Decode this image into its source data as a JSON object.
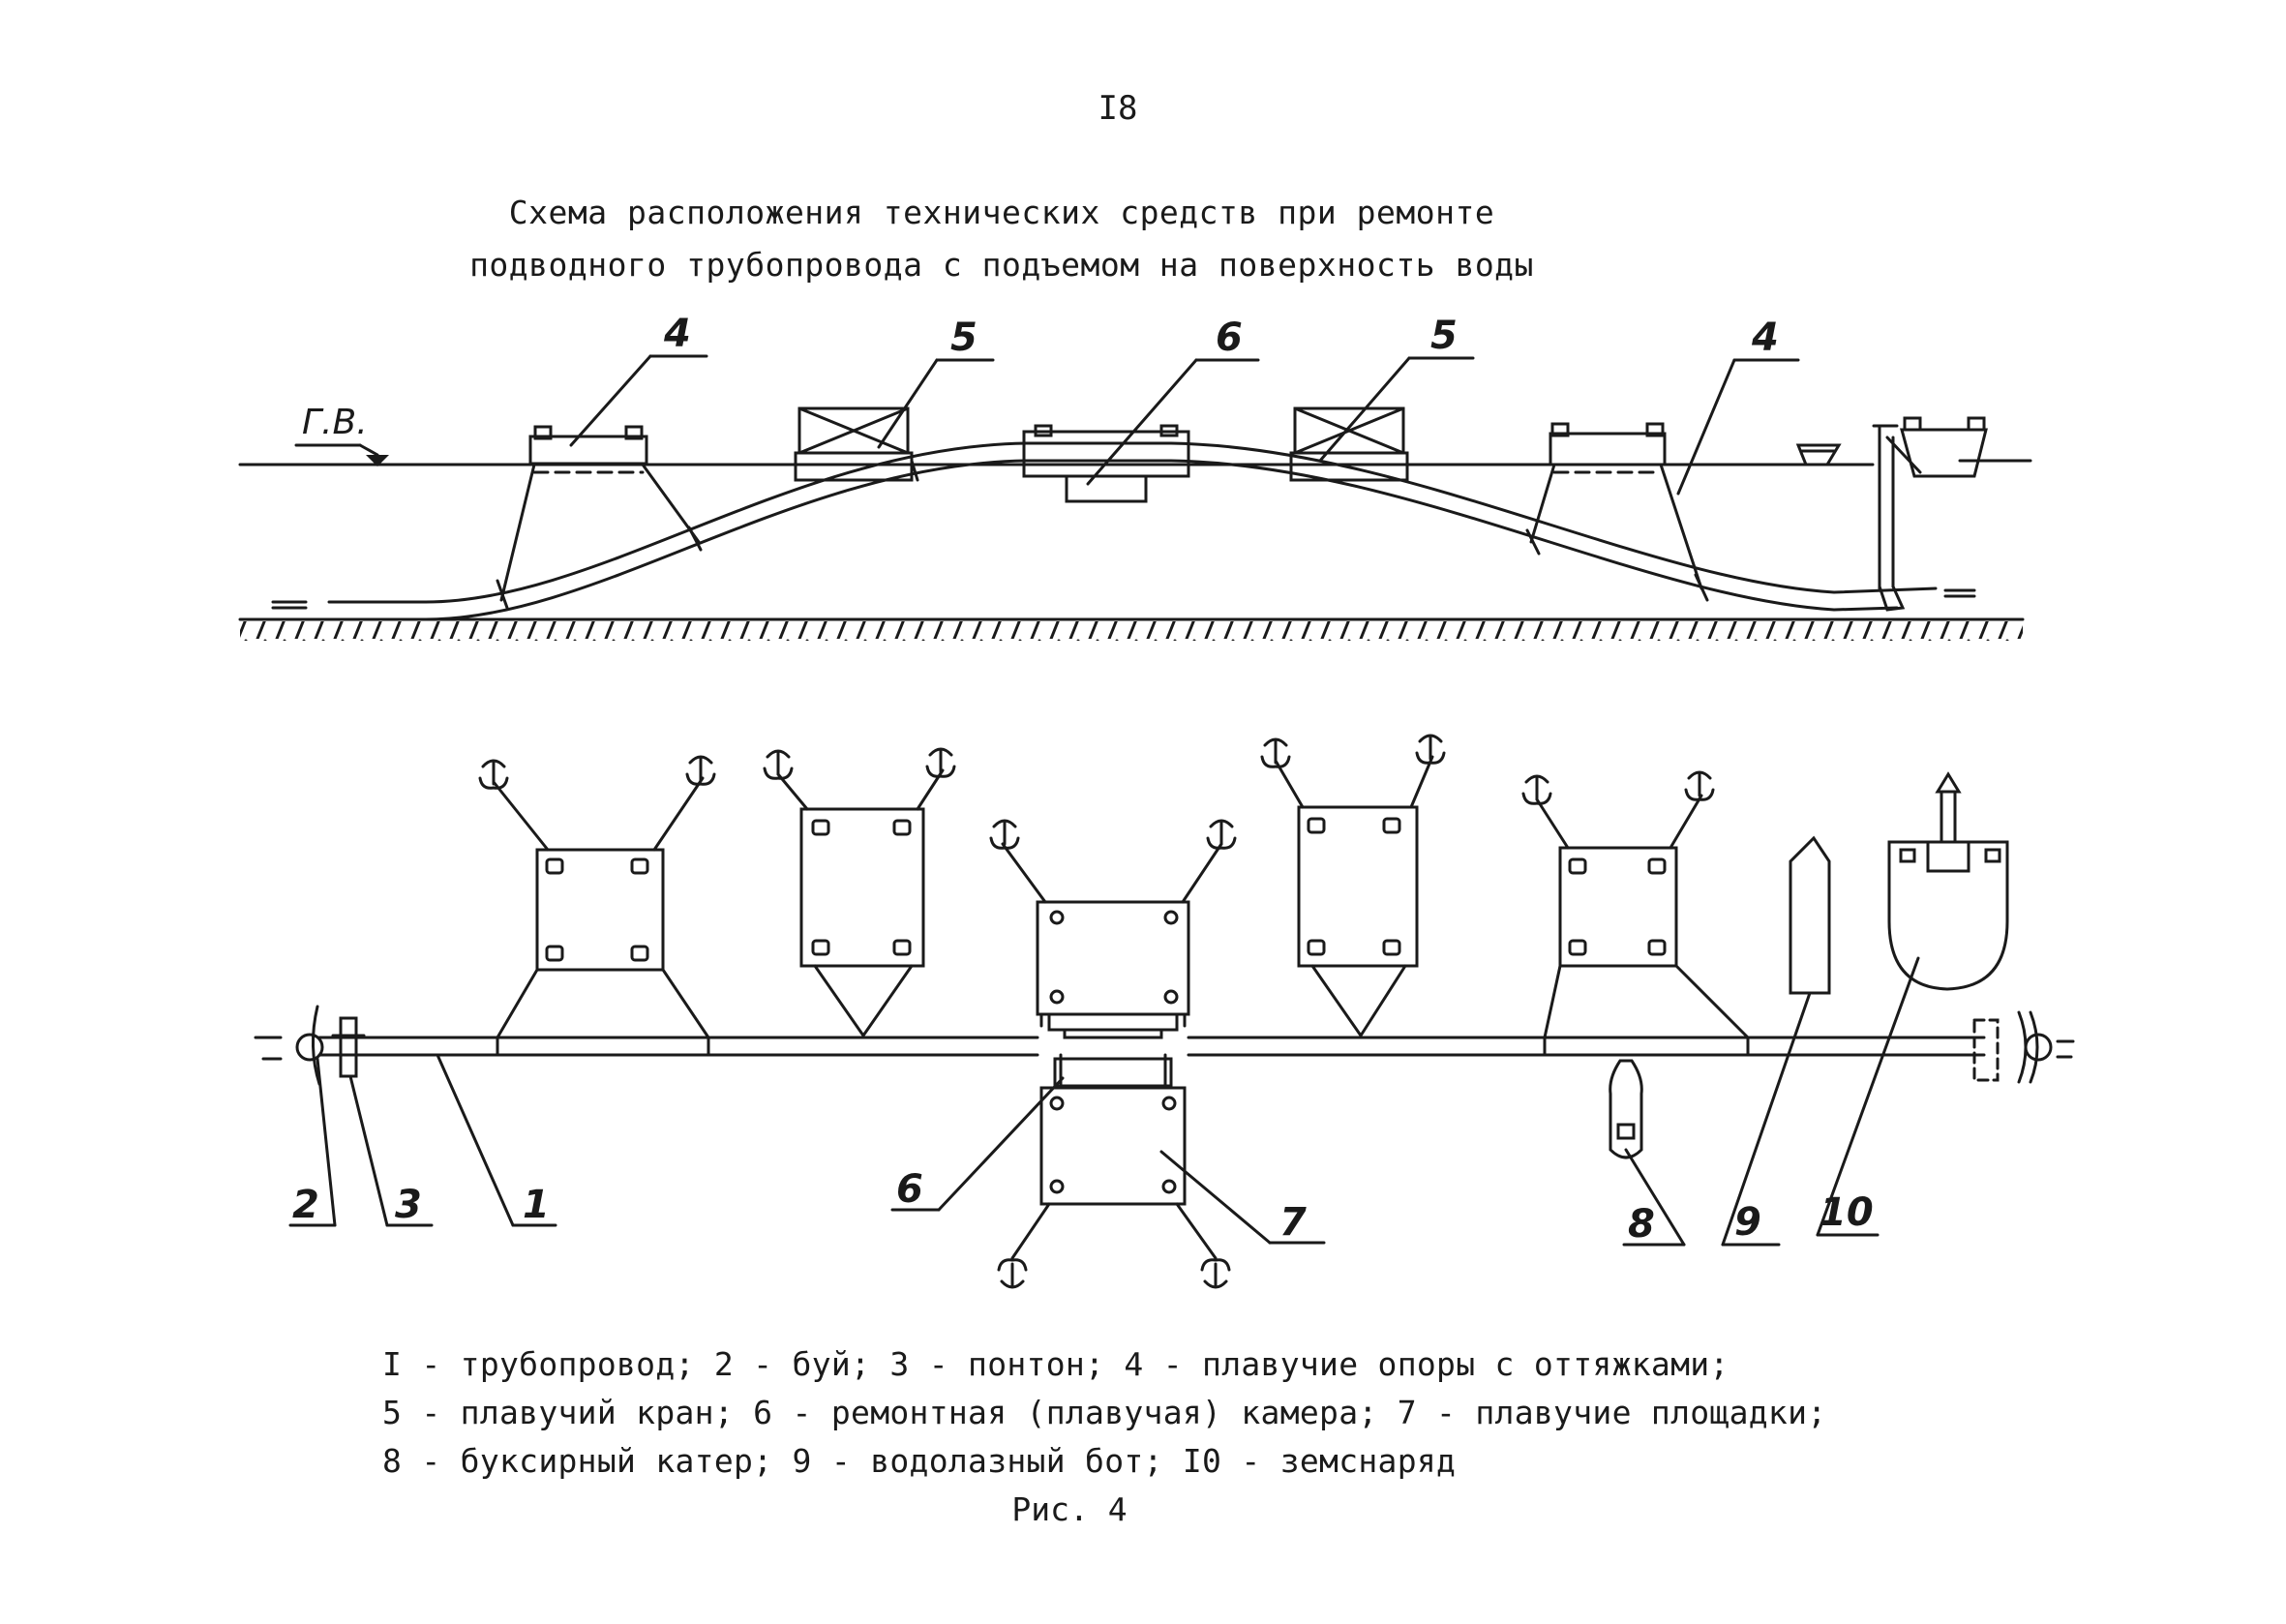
{
  "page_number": "I8",
  "title": {
    "line1": "Схема расположения технических средств при ремонте",
    "line2": "подводного трубопровода с подъемом на поверхность воды"
  },
  "diagram": {
    "water_level_label": "Г.В.",
    "side_view_labels": {
      "support_left": "4",
      "crane_left": "5",
      "chamber": "6",
      "crane_right": "5",
      "support_right": "4"
    },
    "plan_view_labels": {
      "pipeline": "1",
      "buoy": "2",
      "pontoon": "3",
      "chamber": "6",
      "platform": "7",
      "tug": "8",
      "diving_boat": "9",
      "dredger": "10"
    }
  },
  "legend": {
    "line1": "I - трубопровод; 2 - буй; 3 - понтон; 4 - плавучие опоры с оттяжками;",
    "line2": "5 - плавучий кран; 6 - ремонтная (плавучая) камера; 7 - плавучие площадки;",
    "line3": "8 - буксирный катер; 9 - водолазный бот; I0 - земснаряд"
  },
  "caption": "Рис. 4"
}
